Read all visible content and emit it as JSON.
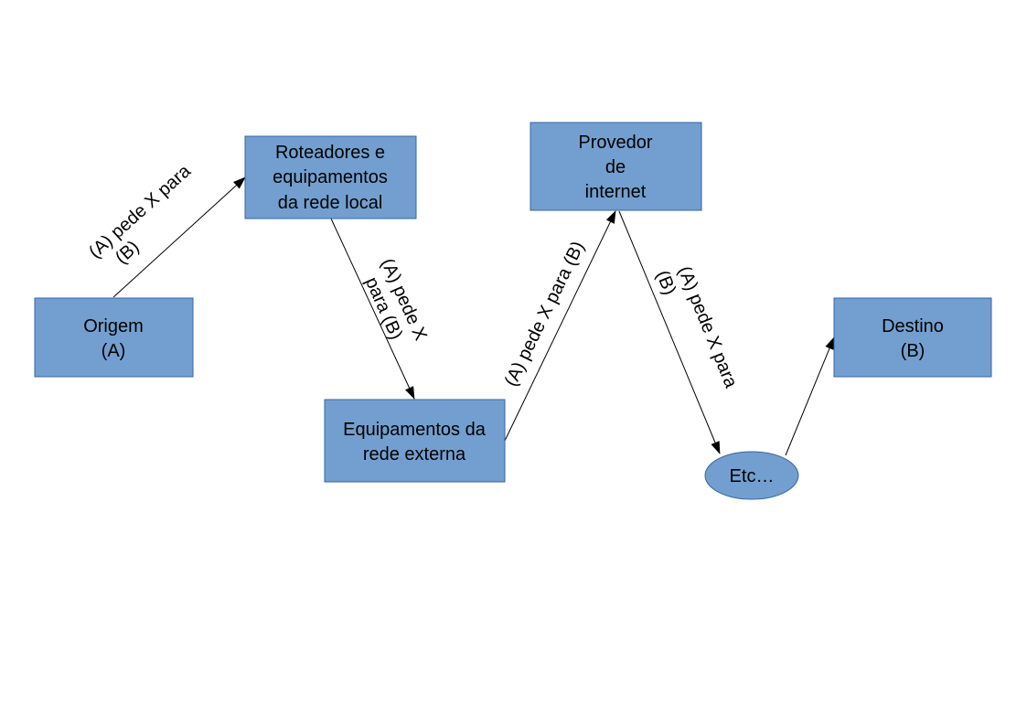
{
  "nodes": {
    "origem": {
      "lines": [
        "Origem",
        "(A)"
      ]
    },
    "roteadores": {
      "lines": [
        "Roteadores e",
        "equipamentos",
        "da rede local"
      ]
    },
    "externa": {
      "lines": [
        "Equipamentos da",
        "rede externa"
      ]
    },
    "provedor": {
      "lines": [
        "Provedor",
        "de",
        "internet"
      ]
    },
    "etc": {
      "lines": [
        "Etc…"
      ]
    },
    "destino": {
      "lines": [
        "Destino",
        "(B)"
      ]
    }
  },
  "edges": {
    "e1": {
      "lines": [
        "(A) pede X para",
        "(B)"
      ]
    },
    "e2": {
      "lines": [
        "(A) pede X",
        "para (B)"
      ]
    },
    "e3": {
      "lines": [
        "(A) pede X para (B)"
      ]
    },
    "e4": {
      "lines": [
        "(A) pede X para",
        "(B)"
      ]
    }
  },
  "colors": {
    "node_fill": "#729fcf",
    "node_stroke": "#3465a4",
    "edge": "#000000"
  }
}
